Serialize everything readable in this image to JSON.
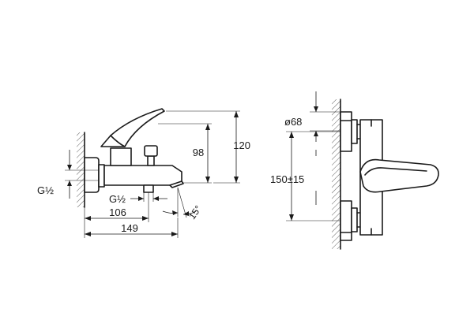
{
  "side_view": {
    "dim_height_spout": "98",
    "dim_height_total": "120",
    "dim_depth_inner": "106",
    "dim_depth_total": "149",
    "dim_thread_left": "G½",
    "dim_thread_outlet": "G½",
    "dim_angle": "15°"
  },
  "front_view": {
    "dim_diameter": "ø68",
    "dim_centers": "150±15"
  }
}
